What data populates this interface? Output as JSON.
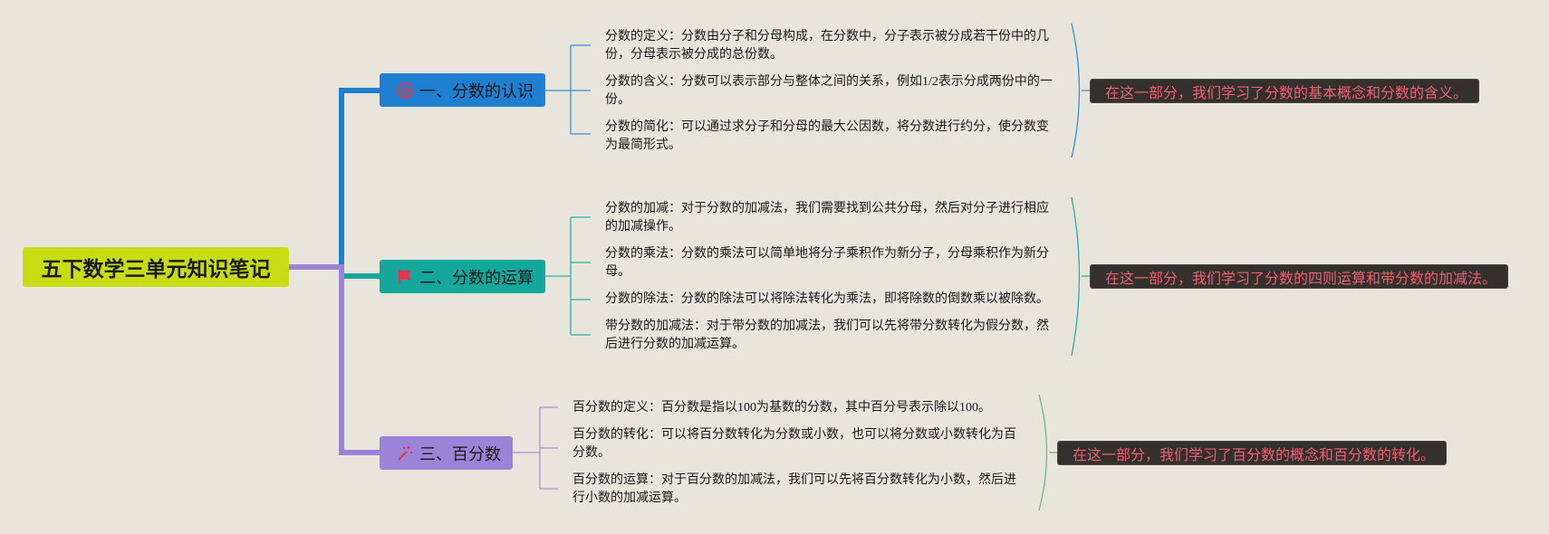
{
  "root": {
    "title": "五下数学三单元知识笔记"
  },
  "branches": [
    {
      "title": "一、分数的认识",
      "icon": "home-icon",
      "color": "#1f7fd1",
      "items": [
        "分数的定义：分数由分子和分母构成，在分数中，分子表示被分成若干份中的几份，分母表示被分成的总份数。",
        "分数的含义：分数可以表示部分与整体之间的关系，例如1/2表示分成两份中的一份。",
        "分数的简化：可以通过求分子和分母的最大公因数，将分数进行约分，使分数变为最简形式。"
      ],
      "summary": "在这一部分，我们学习了分数的基本概念和分数的含义。"
    },
    {
      "title": "二、分数的运算",
      "icon": "flag-icon",
      "color": "#14a79b",
      "items": [
        "分数的加减：对于分数的加减法，我们需要找到公共分母，然后对分子进行相应的加减操作。",
        "分数的乘法：分数的乘法可以简单地将分子乘积作为新分子，分母乘积作为新分母。",
        "分数的除法：分数的除法可以将除法转化为乘法，即将除数的倒数乘以被除数。",
        "带分数的加减法：对于带分数的加减法，我们可以先将带分数转化为假分数，然后进行分数的加减运算。"
      ],
      "summary": "在这一部分，我们学习了分数的四则运算和带分数的加减法。"
    },
    {
      "title": "三、百分数",
      "icon": "magic-wand-icon",
      "color": "#9a84d8",
      "items": [
        "百分数的定义：百分数是指以100为基数的分数，其中百分号表示除以100。",
        "百分数的转化：可以将百分数转化为分数或小数，也可以将分数或小数转化为百分数。",
        "百分数的运算：对于百分数的加减法，我们可以先将百分数转化为小数，然后进行小数的加减运算。"
      ],
      "summary": "在这一部分，我们学习了百分数的概念和百分数的转化。"
    }
  ]
}
